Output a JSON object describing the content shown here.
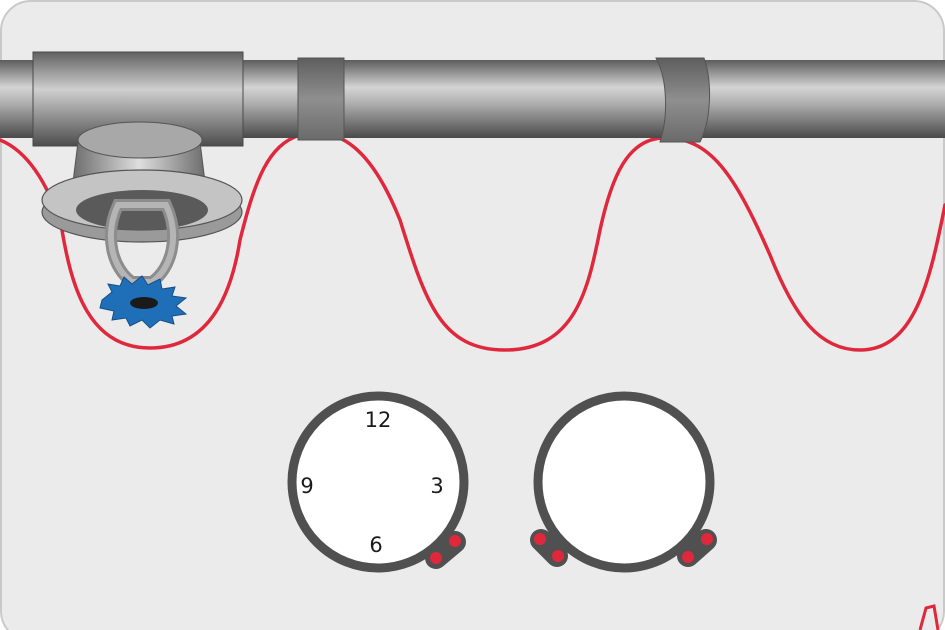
{
  "colors": {
    "background": "#ebebeb",
    "panel_border": "#c9c9c9",
    "pipe": "#8a8a8a",
    "heat_cable": "#e0283c",
    "deflector": "#1f6fb8",
    "clock_ring": "#505050",
    "clock_face": "#ffffff",
    "clamp_dot": "#e0283c"
  },
  "icons": {
    "pipe": "pipe-icon",
    "sprinkler": "sprinkler-head-icon",
    "cable": "heat-trace-cable-icon",
    "clock": "pipe-clock-position-icon"
  },
  "clock_left": {
    "labels": [
      "12",
      "3",
      "6",
      "9"
    ]
  },
  "clock_right": {
    "labels": []
  }
}
